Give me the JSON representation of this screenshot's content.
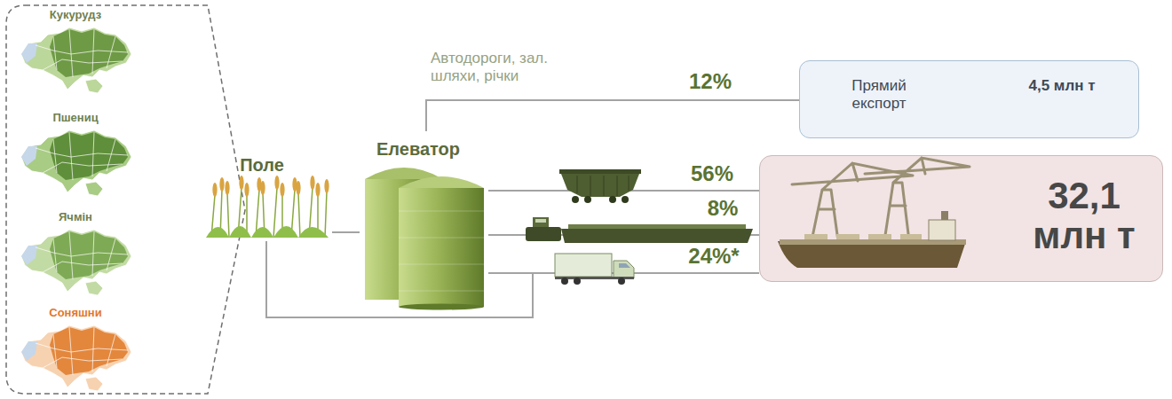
{
  "diagram": {
    "nodes": [
      {
        "text": [
          "Кукурудз",
          "Пшениц",
          "Ячмін",
          "Соняшни"
        ]
      },
      {
        "text": [
          "Поле"
        ]
      },
      {
        "text": [
          "Елеватор"
        ]
      },
      {
        "text": [
          "Прямий експорт",
          "4,5 млн т"
        ]
      },
      {
        "text": [
          "32,1 млн т"
        ]
      }
    ],
    "edges": [
      {
        "from": 1,
        "to": 2,
        "arrow": "none"
      },
      {
        "from": 2,
        "to": 3,
        "label": "12%",
        "arrow": "none"
      },
      {
        "from": 2,
        "to": 4,
        "label": "56%",
        "arrow": "none"
      },
      {
        "from": 2,
        "to": 4,
        "label": "8%",
        "arrow": "none"
      },
      {
        "from": 2,
        "to": 4,
        "label": "24%*",
        "arrow": "none"
      },
      {
        "from": 1,
        "to": 4,
        "arrow": "none"
      }
    ],
    "labels": [
      "Автодороги, зал. шляхи, річки"
    ]
  }
}
